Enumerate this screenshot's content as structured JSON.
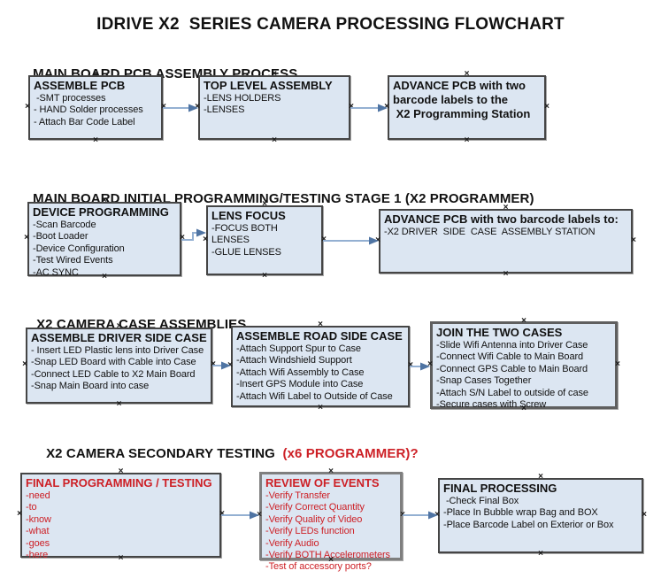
{
  "page": {
    "title": "IDRIVE X2  SERIES CAMERA PROCESSING FLOWCHART"
  },
  "colors": {
    "box_fill": "#dce6f2",
    "box_border": "#454545",
    "thick_border": "#7f7f7f",
    "accent_red": "#cd2026",
    "arrow_line": "#94b0d2",
    "arrow_head": "#4f74a3",
    "handle_color": "#1a1a1a",
    "text_color": "#111111"
  },
  "sections": [
    {
      "heading": "MAIN BOARD PCB ASSEMBLY PROCESS",
      "boxes": [
        {
          "title": "ASSEMBLE PCB",
          "items": [
            " -SMT processes",
            "- HAND Solder processes",
            "- Attach Bar Code Label"
          ]
        },
        {
          "title": "TOP LEVEL ASSEMBLY",
          "items": [
            "-LENS HOLDERS",
            "-LENSES"
          ]
        },
        {
          "title": "ADVANCE PCB with two barcode labels to the\n X2 Programming Station",
          "items": []
        }
      ]
    },
    {
      "heading": "MAIN BOARD INITIAL PROGRAMMING/TESTING STAGE 1 (X2 PROGRAMMER)",
      "boxes": [
        {
          "title": "DEVICE PROGRAMMING",
          "items": [
            "-Scan Barcode",
            "-Boot Loader",
            "-Device Configuration",
            "-Test Wired Events",
            "-AC SYNC"
          ]
        },
        {
          "title": "LENS FOCUS",
          "items": [
            "-FOCUS BOTH LENSES",
            "-GLUE LENSES"
          ]
        },
        {
          "title": "ADVANCE PCB with two barcode labels to:",
          "items": [
            "-X2 DRIVER  SIDE  CASE  ASSEMBLY STATION"
          ]
        }
      ]
    },
    {
      "heading": "X2 CAMERA CASE ASSEMBLIES",
      "boxes": [
        {
          "title": "ASSEMBLE DRIVER SIDE CASE",
          "items": [
            "- Insert LED Plastic lens into Driver Case",
            "-Snap LED Board with Cable into Case",
            "-Connect LED Cable to X2 Main Board",
            "-Snap Main Board into case"
          ]
        },
        {
          "title": "ASSEMBLE ROAD SIDE CASE",
          "items": [
            "-Attach Support Spur to Case",
            "-Attach Windshield Support",
            "-Attach Wifi Assembly to Case",
            "-Insert GPS Module into Case",
            "-Attach Wifi Label to Outside of Case"
          ]
        },
        {
          "title": "JOIN THE TWO CASES",
          "items": [
            "-Slide Wifi Antenna into Driver Case",
            "-Connect Wifi Cable to Main Board",
            "-Connect GPS Cable to Main Board",
            "-Snap Cases Together",
            "-Attach S/N Label to outside of case",
            "-Secure cases with Screw"
          ]
        }
      ]
    },
    {
      "heading": "X2 CAMERA SECONDARY TESTING  ",
      "heading_red": "(x6 PROGRAMMER)?",
      "boxes": [
        {
          "title": "FINAL PROGRAMMING / TESTING",
          "items": [
            "-need",
            "-to",
            "-know",
            "-what",
            "-goes",
            "-here"
          ]
        },
        {
          "title": "REVIEW OF EVENTS",
          "items": [
            "-Verify Transfer",
            "-Verify Correct Quantity",
            "-Verify Quality of Video",
            "-Verify LEDs function",
            "-Verify Audio",
            "-Verify BOTH Accelerometers",
            "-Test of accessory ports?"
          ]
        },
        {
          "title": "FINAL PROCESSING",
          "items": [
            " -Check Final Box",
            "-Place In Bubble wrap Bag and BOX",
            "-Place Barcode Label on Exterior or Box"
          ]
        }
      ]
    }
  ]
}
